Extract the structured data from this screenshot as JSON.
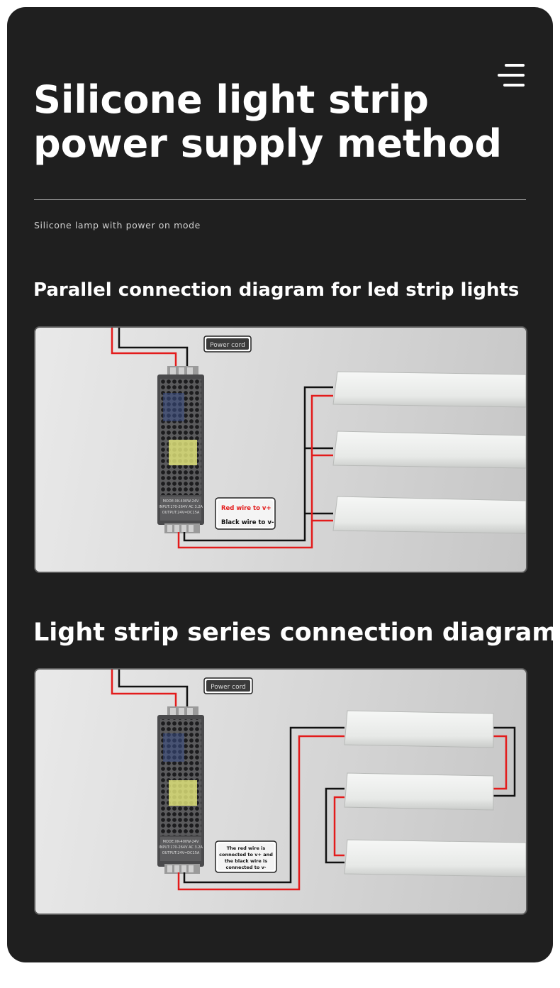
{
  "header": {
    "title_line1": "Silicone light strip",
    "title_line2": "power supply method",
    "subtitle": "Silicone lamp with power on mode"
  },
  "parallel": {
    "title": "Parallel connection diagram for led strip lights",
    "power_cord_label": "Power cord",
    "red_wire_label": "Red wire to v+",
    "black_wire_label": "Black wire to v-",
    "psu_model": "MODE:XK-400W-24V",
    "psu_input": "INPUT:170-264V AC 3.2A",
    "psu_output": "OUTPUT:24V=DC15A"
  },
  "series": {
    "title": "Light strip series connection diagram",
    "power_cord_label": "Power cord",
    "note_line1": "The red wire is",
    "note_line2": "connected to v+ and",
    "note_line3": "the black wire is",
    "note_line4": "connected to v-",
    "psu_model": "MODE:XK-400W-24V",
    "psu_input": "INPUT:170-264V AC 3.2A",
    "psu_output": "OUTPUT:24V=DC15A"
  },
  "colors": {
    "background": "#1f1f1f",
    "red_wire": "#e31b1b",
    "black_wire": "#111111",
    "strip": "#eef0ee"
  }
}
